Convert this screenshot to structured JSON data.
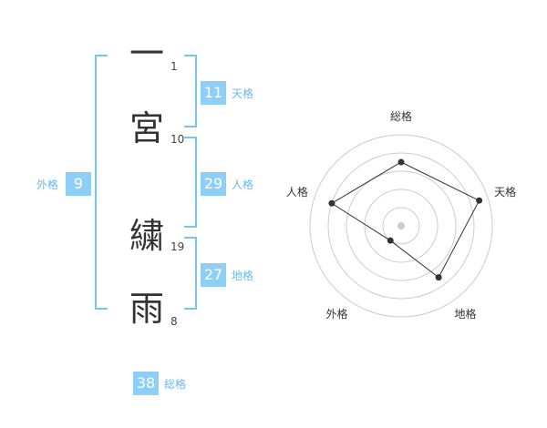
{
  "name": {
    "characters": [
      {
        "char": "一",
        "strokes": "1"
      },
      {
        "char": "宮",
        "strokes": "10"
      },
      {
        "char": "繍",
        "strokes": "19"
      },
      {
        "char": "雨",
        "strokes": "8"
      }
    ]
  },
  "fortune": {
    "tenkaku": {
      "label": "天格",
      "value": "11"
    },
    "jinkaku": {
      "label": "人格",
      "value": "29"
    },
    "chikaku": {
      "label": "地格",
      "value": "27"
    },
    "gaikaku": {
      "label": "外格",
      "value": "9"
    },
    "soukaku": {
      "label": "総格",
      "value": "38"
    }
  },
  "radar": {
    "axes": [
      "総格",
      "天格",
      "地格",
      "外格",
      "人格"
    ],
    "levels": 5,
    "values": [
      3.5,
      4.5,
      3.5,
      1.0,
      4.0
    ],
    "colors": {
      "fill": "#f0f0f0",
      "grid": "#cccccc",
      "line": "#333333",
      "center_dot": "#cccccc"
    }
  },
  "colors": {
    "accent": "#8ecff7",
    "accent_text": "#6ab8ee",
    "bracket": "#7cc3f3"
  }
}
